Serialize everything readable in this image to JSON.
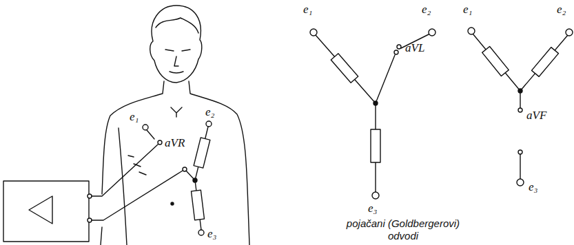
{
  "diagram": {
    "caption": "pojačani (Goldbergerovi) odvodi",
    "labels": [
      "e₁",
      "e₂",
      "aVR",
      "e₃",
      "e₁",
      "e₂",
      "aVL",
      "e₃",
      "e₁",
      "e₂",
      "aVF",
      "e₃"
    ]
  }
}
